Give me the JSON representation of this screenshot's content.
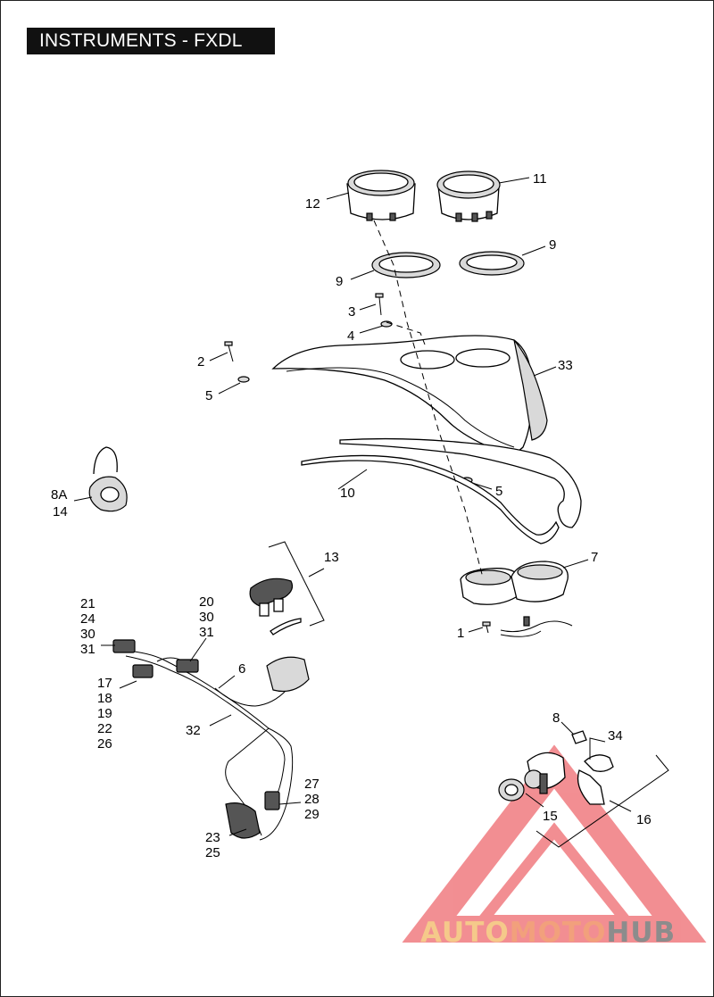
{
  "title": "INSTRUMENTS - FXDL",
  "callouts": [
    {
      "id": "c12",
      "text": "12"
    },
    {
      "id": "c11",
      "text": "11"
    },
    {
      "id": "c9a",
      "text": "9"
    },
    {
      "id": "c9b",
      "text": "9"
    },
    {
      "id": "c3",
      "text": "3"
    },
    {
      "id": "c4",
      "text": "4"
    },
    {
      "id": "c2",
      "text": "2"
    },
    {
      "id": "c33",
      "text": "33"
    },
    {
      "id": "c5a",
      "text": "5"
    },
    {
      "id": "c8A",
      "text": "8A"
    },
    {
      "id": "c14",
      "text": "14"
    },
    {
      "id": "c10",
      "text": "10"
    },
    {
      "id": "c5b",
      "text": "5"
    },
    {
      "id": "c13",
      "text": "13"
    },
    {
      "id": "c7",
      "text": "7"
    },
    {
      "id": "c1",
      "text": "1"
    },
    {
      "id": "c21",
      "text": "21"
    },
    {
      "id": "c24",
      "text": "24"
    },
    {
      "id": "c30a",
      "text": "30"
    },
    {
      "id": "c31a",
      "text": "31"
    },
    {
      "id": "c20",
      "text": "20"
    },
    {
      "id": "c30b",
      "text": "30"
    },
    {
      "id": "c31b",
      "text": "31"
    },
    {
      "id": "c6",
      "text": "6"
    },
    {
      "id": "c17",
      "text": "17"
    },
    {
      "id": "c18",
      "text": "18"
    },
    {
      "id": "c19",
      "text": "19"
    },
    {
      "id": "c22",
      "text": "22"
    },
    {
      "id": "c26",
      "text": "26"
    },
    {
      "id": "c32",
      "text": "32"
    },
    {
      "id": "c27",
      "text": "27"
    },
    {
      "id": "c28",
      "text": "28"
    },
    {
      "id": "c29",
      "text": "29"
    },
    {
      "id": "c23",
      "text": "23"
    },
    {
      "id": "c25",
      "text": "25"
    },
    {
      "id": "c8",
      "text": "8"
    },
    {
      "id": "c34",
      "text": "34"
    },
    {
      "id": "c15",
      "text": "15"
    },
    {
      "id": "c16",
      "text": "16"
    }
  ],
  "watermark": {
    "part1": "AUTO",
    "part2": "MOTO",
    "part3": "HUB"
  },
  "colors": {
    "watermark_red": "#e8333a",
    "watermark_orange": "#f5c98a",
    "watermark_gray": "#8c8c8c"
  }
}
